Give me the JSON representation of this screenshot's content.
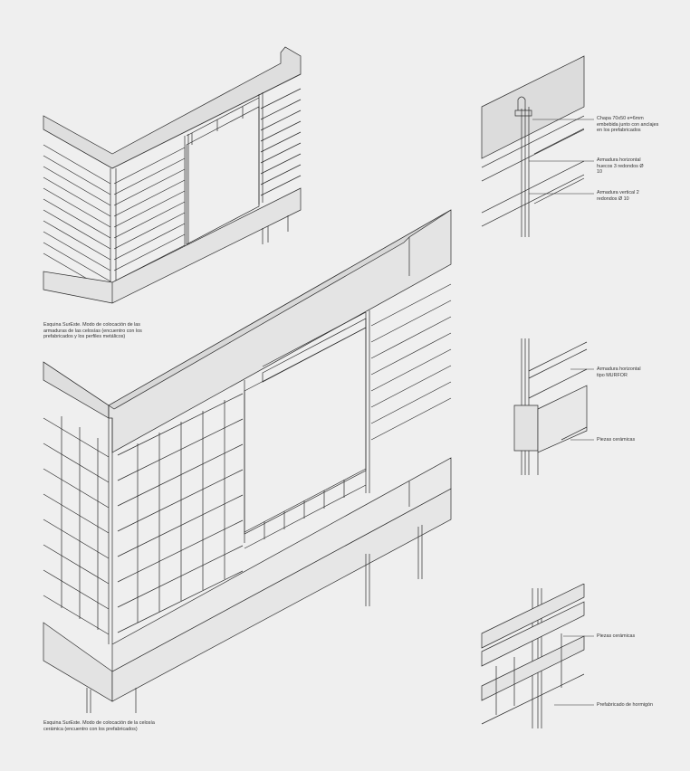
{
  "sheet": {
    "background": "#efefef",
    "line_color": "#2b2b2b",
    "fill_gray": "#dcdcdc"
  },
  "captions": {
    "top_view": "Esquina SurEste. Modo de colocación de las\narmaduras de las celosías (encuentro con los\nprefabricados y los perfiles metálicos)",
    "bottom_view": "Esquina SurEste. Modo de colocación de la celosía\ncerámica (encuentro con los prefabricados)"
  },
  "details": {
    "detail_1": {
      "labels": [
        "Chapa  70x50 e=6mm\nembebida junto con anclajes\nen los prefabricados",
        "Armadura horizontal\nhuecos 3 redondos Ø\n10",
        "Armadura  vertical 2\nredondos Ø 10"
      ]
    },
    "detail_2": {
      "labels": [
        "Armadura horizontal\ntipo MURFOR",
        "Piezas cerámicas"
      ]
    },
    "detail_3": {
      "labels": [
        "Piezas cerámicas",
        "Prefabricado de hormigón"
      ]
    }
  }
}
